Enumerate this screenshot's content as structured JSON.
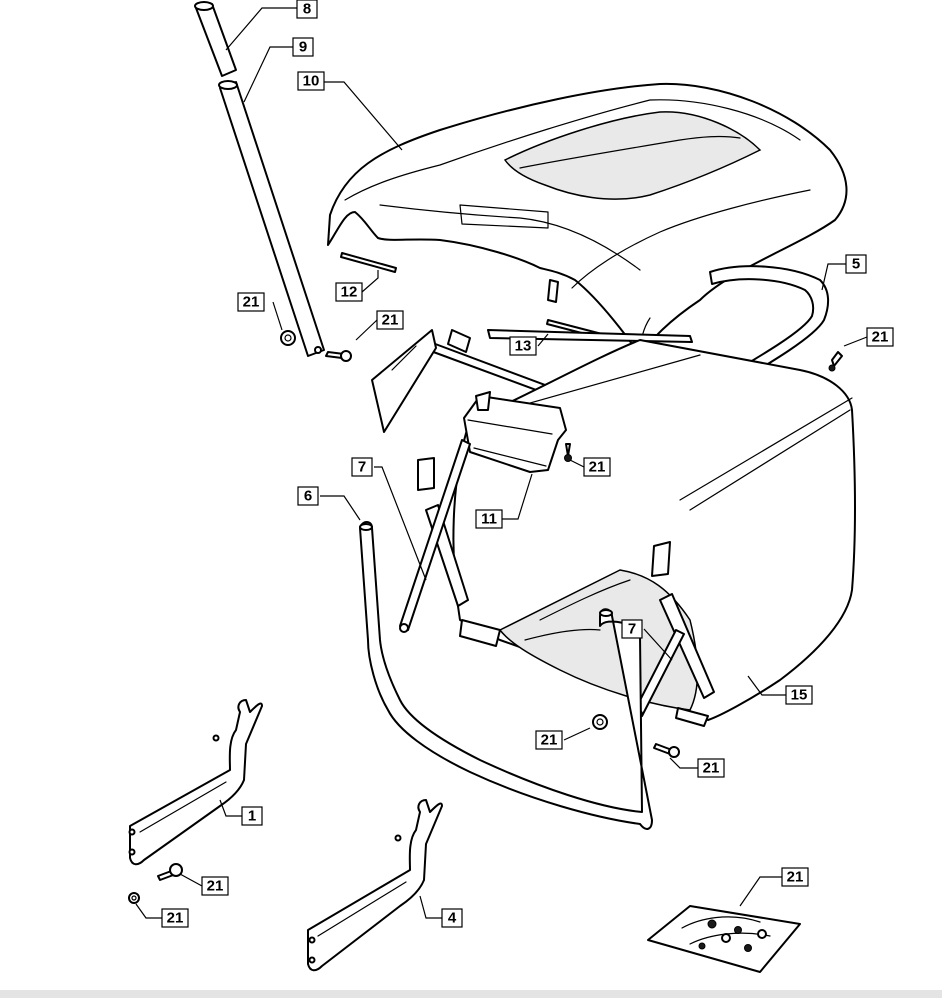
{
  "callouts": [
    {
      "id": "c8",
      "label": "8"
    },
    {
      "id": "c9",
      "label": "9"
    },
    {
      "id": "c10",
      "label": "10"
    },
    {
      "id": "c5",
      "label": "5"
    },
    {
      "id": "c12",
      "label": "12"
    },
    {
      "id": "c13",
      "label": "13"
    },
    {
      "id": "c21a",
      "label": "21"
    },
    {
      "id": "c21b",
      "label": "21"
    },
    {
      "id": "c21c",
      "label": "21"
    },
    {
      "id": "c21d",
      "label": "21"
    },
    {
      "id": "c7a",
      "label": "7"
    },
    {
      "id": "c6",
      "label": "6"
    },
    {
      "id": "c11",
      "label": "11"
    },
    {
      "id": "c7b",
      "label": "7"
    },
    {
      "id": "c15",
      "label": "15"
    },
    {
      "id": "c21e",
      "label": "21"
    },
    {
      "id": "c21f",
      "label": "21"
    },
    {
      "id": "c1",
      "label": "1"
    },
    {
      "id": "c21g",
      "label": "21"
    },
    {
      "id": "c21h",
      "label": "21"
    },
    {
      "id": "c4",
      "label": "4"
    },
    {
      "id": "c21i",
      "label": "21"
    }
  ]
}
